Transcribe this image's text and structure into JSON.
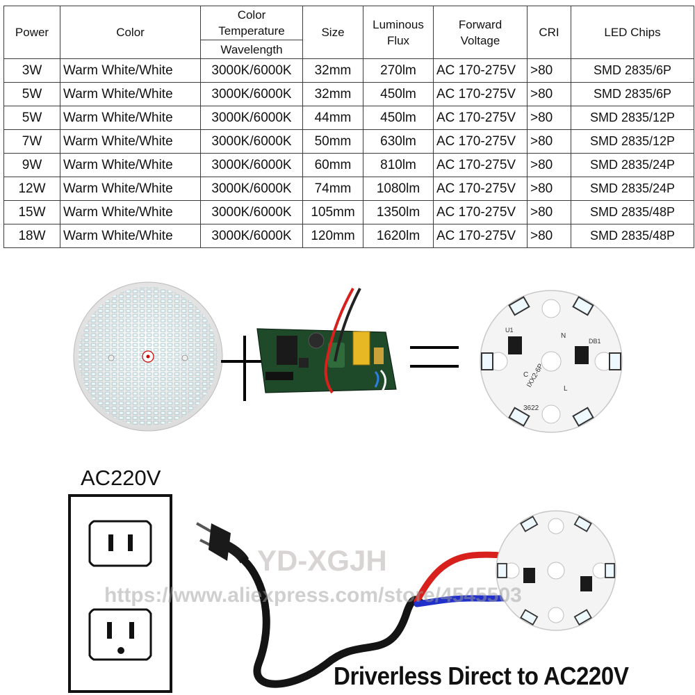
{
  "table": {
    "headers": {
      "power": "Power",
      "color": "Color",
      "color_temp_line1": "Color",
      "color_temp_line2": "Temperature",
      "wavelength": "Wavelength",
      "size": "Size",
      "flux_line1": "Luminous",
      "flux_line2": "Flux",
      "voltage_line1": "Forward",
      "voltage_line2": "Voltage",
      "cri": "CRI",
      "chips": "LED Chips"
    },
    "rows": [
      {
        "power": "3W",
        "color": "Warm White/White",
        "temp": "3000K/6000K",
        "size": "32mm",
        "flux": "270lm",
        "voltage": "AC 170-275V",
        "cri": ">80",
        "chips": "SMD 2835/6P"
      },
      {
        "power": "5W",
        "color": "Warm White/White",
        "temp": "3000K/6000K",
        "size": "32mm",
        "flux": "450lm",
        "voltage": "AC 170-275V",
        "cri": ">80",
        "chips": "SMD 2835/6P"
      },
      {
        "power": "5W",
        "color": "Warm White/White",
        "temp": "3000K/6000K",
        "size": "44mm",
        "flux": "450lm",
        "voltage": "AC 170-275V",
        "cri": ">80",
        "chips": "SMD 2835/12P"
      },
      {
        "power": "7W",
        "color": "Warm White/White",
        "temp": "3000K/6000K",
        "size": "50mm",
        "flux": "630lm",
        "voltage": "AC 170-275V",
        "cri": ">80",
        "chips": "SMD 2835/12P"
      },
      {
        "power": "9W",
        "color": "Warm White/White",
        "temp": "3000K/6000K",
        "size": "60mm",
        "flux": "810lm",
        "voltage": "AC 170-275V",
        "cri": ">80",
        "chips": "SMD 2835/24P"
      },
      {
        "power": "12W",
        "color": "Warm White/White",
        "temp": "3000K/6000K",
        "size": "74mm",
        "flux": "1080lm",
        "voltage": "AC 170-275V",
        "cri": ">80",
        "chips": "SMD 2835/24P"
      },
      {
        "power": "15W",
        "color": "Warm White/White",
        "temp": "3000K/6000K",
        "size": "105mm",
        "flux": "1350lm",
        "voltage": "AC 170-275V",
        "cri": ">80",
        "chips": "SMD 2835/48P"
      },
      {
        "power": "18W",
        "color": "Warm White/White",
        "temp": "3000K/6000K",
        "size": "120mm",
        "flux": "1620lm",
        "voltage": "AC 170-275V",
        "cri": ">80",
        "chips": "SMD 2835/48P"
      }
    ]
  },
  "board": {
    "top_label": "IXX2-6P",
    "bottom_label": "3622",
    "chip_label_left": "U1",
    "chip_label_right": "DB1",
    "mark_n": "N",
    "mark_l": "L",
    "mark_c": "C"
  },
  "wiring": {
    "outlet_label": "AC220V",
    "caption": "Driverless Direct to AC220V"
  },
  "watermarks": {
    "brand": "YD-XGJH",
    "url": "https://www.aliexpress.com/store/4545503"
  },
  "colors": {
    "board_white": "#f4f4f4",
    "led_glow": "#dff4ff",
    "pcb_green": "#1f4a2a",
    "wire_red": "#d8201c",
    "wire_blue": "#2030c8",
    "cable_black": "#141414",
    "capacitor_yellow": "#e7b824"
  }
}
